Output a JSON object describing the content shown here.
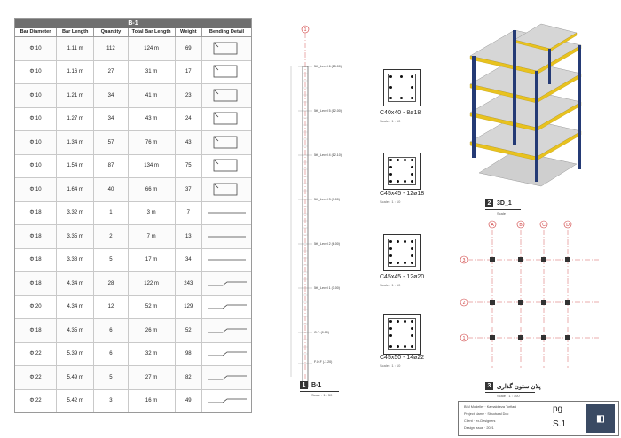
{
  "schedule": {
    "title": "B-1",
    "headers": [
      "Bar Diameter",
      "Bar Length",
      "Quantity",
      "Total Bar Length",
      "Weight",
      "Bending Detail"
    ],
    "rows": [
      {
        "dia": "Φ 10",
        "len": "1.11 m",
        "qty": "112",
        "total": "124 m",
        "wt": "69",
        "shape": "stirrup"
      },
      {
        "dia": "Φ 10",
        "len": "1.16 m",
        "qty": "27",
        "total": "31 m",
        "wt": "17",
        "shape": "stirrup"
      },
      {
        "dia": "Φ 10",
        "len": "1.21 m",
        "qty": "34",
        "total": "41 m",
        "wt": "23",
        "shape": "stirrup"
      },
      {
        "dia": "Φ 10",
        "len": "1.27 m",
        "qty": "34",
        "total": "43 m",
        "wt": "24",
        "shape": "stirrup"
      },
      {
        "dia": "Φ 10",
        "len": "1.34 m",
        "qty": "57",
        "total": "76 m",
        "wt": "43",
        "shape": "stirrup"
      },
      {
        "dia": "Φ 10",
        "len": "1.54 m",
        "qty": "87",
        "total": "134 m",
        "wt": "75",
        "shape": "stirrup"
      },
      {
        "dia": "Φ 10",
        "len": "1.64 m",
        "qty": "40",
        "total": "66 m",
        "wt": "37",
        "shape": "stirrup"
      },
      {
        "dia": "Φ 18",
        "len": "3.32 m",
        "qty": "1",
        "total": "3 m",
        "wt": "7",
        "shape": "bar"
      },
      {
        "dia": "Φ 18",
        "len": "3.35 m",
        "qty": "2",
        "total": "7 m",
        "wt": "13",
        "shape": "bar"
      },
      {
        "dia": "Φ 18",
        "len": "3.38 m",
        "qty": "5",
        "total": "17 m",
        "wt": "34",
        "shape": "bar"
      },
      {
        "dia": "Φ 18",
        "len": "4.34 m",
        "qty": "28",
        "total": "122 m",
        "wt": "243",
        "shape": "crank"
      },
      {
        "dia": "Φ 20",
        "len": "4.34 m",
        "qty": "12",
        "total": "52 m",
        "wt": "129",
        "shape": "crank"
      },
      {
        "dia": "Φ 18",
        "len": "4.35 m",
        "qty": "6",
        "total": "26 m",
        "wt": "52",
        "shape": "crank"
      },
      {
        "dia": "Φ 22",
        "len": "5.39 m",
        "qty": "6",
        "total": "32 m",
        "wt": "98",
        "shape": "crank"
      },
      {
        "dia": "Φ 22",
        "len": "5.49 m",
        "qty": "5",
        "total": "27 m",
        "wt": "82",
        "shape": "crank"
      },
      {
        "dia": "Φ 22",
        "len": "5.42 m",
        "qty": "3",
        "total": "16 m",
        "wt": "49",
        "shape": "crank"
      }
    ]
  },
  "elevation": {
    "grid": "1",
    "levels": [
      "5th_Level 6 (15.00)",
      "5th_Level 5 (12.00)",
      "5th_Level 4 (12.10)",
      "5th_Level 3 (9.00)",
      "5th_Level 2 (6.00)",
      "5th_Level 1 (3.00)",
      "G.F. (0.00)",
      "F.O.F (-1.20)"
    ],
    "view": {
      "num": "1",
      "title": "B-1",
      "scale": "Scale : 1 : 50"
    }
  },
  "sections": [
    {
      "name": "C40x40 - 8ø18",
      "scale": "Scale : 1 : 10"
    },
    {
      "name": "C45x45 - 12ø18",
      "scale": "Scale : 1 : 10"
    },
    {
      "name": "C45x45 - 12ø20",
      "scale": "Scale : 1 : 10"
    },
    {
      "name": "C45x50 - 14ø22",
      "scale": "Scale : 1 : 10"
    }
  ],
  "view3d": {
    "num": "2",
    "title": "3D_1",
    "scale": "Scale"
  },
  "plan": {
    "num": "3",
    "title": "پلان ستون گذاری",
    "scale": "Scale : 1 : 100",
    "grid_letters": [
      "A",
      "B",
      "C",
      "D"
    ],
    "grid_numbers": [
      "3",
      "2",
      "1"
    ]
  },
  "titleblock": {
    "lines": [
      "BIM Modeller · Kamaldreza Torfiani",
      "Project Name · Structural Doc",
      "Client · ex-Designers",
      "Design Issue · 2021"
    ],
    "page": "pg",
    "sheet": "S.1"
  },
  "colors": {
    "beam": "#e8c21f",
    "column": "#243a75",
    "slab": "#cfcfcf"
  }
}
